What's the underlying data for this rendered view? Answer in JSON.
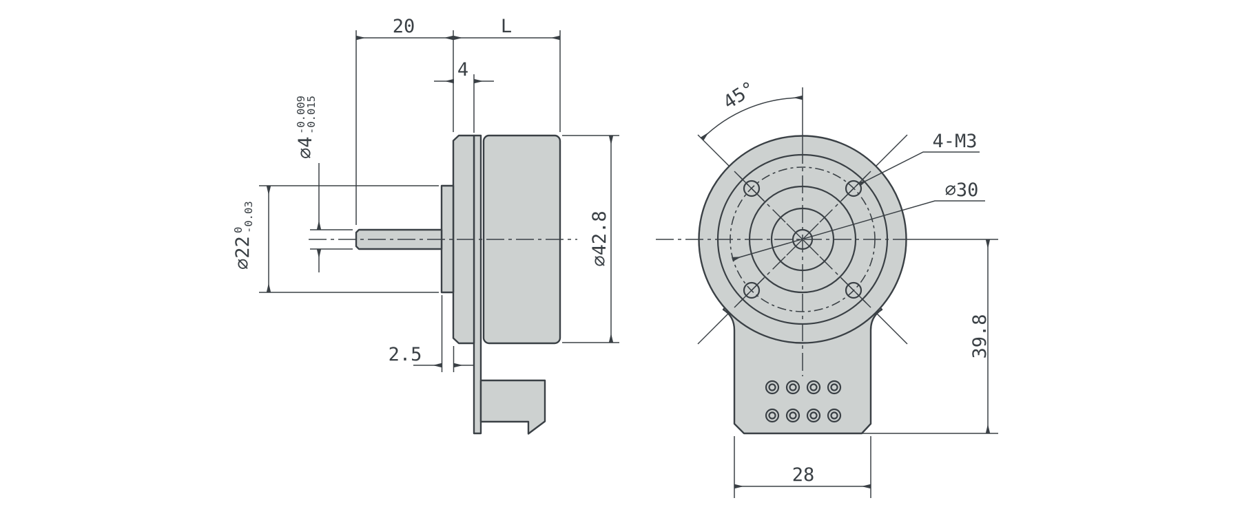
{
  "drawing": {
    "title": "motor-encoder-outline-drawing",
    "colors": {
      "line": "#3a4045",
      "fill": "#cdd1d0",
      "background": "#ffffff"
    },
    "side_view": {
      "dim_20": "20",
      "dim_L": "L",
      "dim_4": "4",
      "dim_2_5": "2.5",
      "shaft": {
        "label": "⌀4",
        "tol_upper": "-0.009",
        "tol_lower": "-0.015"
      },
      "boss": {
        "label": "⌀22",
        "tol_upper": "0",
        "tol_lower": "-0.03"
      },
      "body": {
        "label": "⌀42.8"
      }
    },
    "front_view": {
      "dim_angle": "45°",
      "dim_holes": "4-M3",
      "dim_bolt_circle": "⌀30",
      "dim_height": "39.8",
      "dim_width": "28"
    }
  }
}
